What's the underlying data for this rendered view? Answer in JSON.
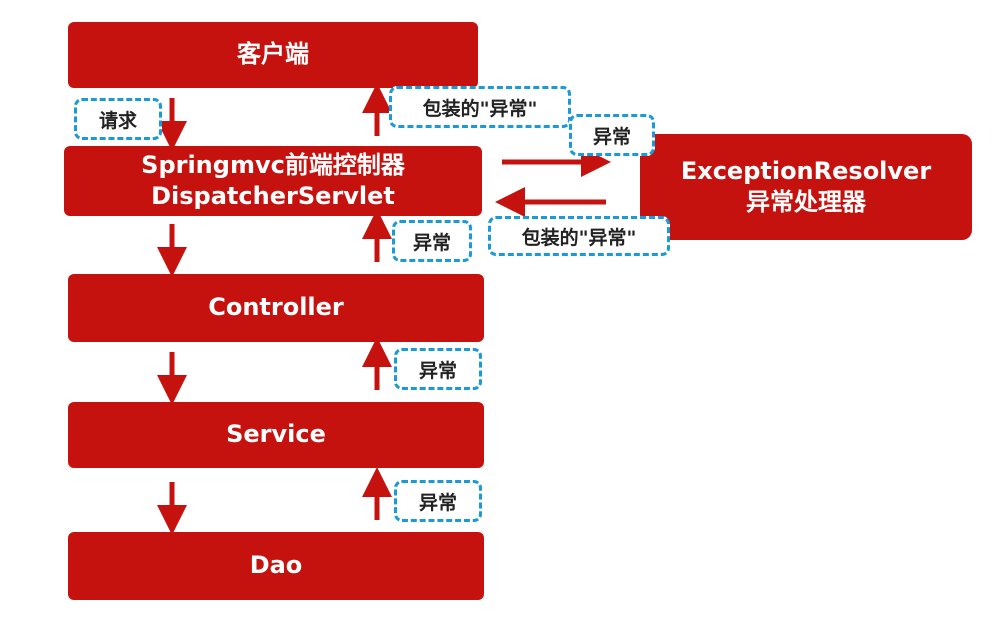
{
  "nodes": {
    "client": "客户端",
    "dispatcher_line1": "Springmvc前端控制器",
    "dispatcher_line2": "DispatcherServlet",
    "controller": "Controller",
    "service": "Service",
    "dao": "Dao",
    "resolver_line1": "ExceptionResolver",
    "resolver_line2": "异常处理器"
  },
  "labels": {
    "request": "请求",
    "wrapped_exception_up": "包装的\"异常\"",
    "exception_to_resolver": "异常",
    "exception_from_controller": "异常",
    "wrapped_exception_back": "包装的\"异常\"",
    "exception_from_service": "异常",
    "exception_from_dao": "异常"
  },
  "colors": {
    "box_fill": "#c6120f",
    "arrow": "#c6120f",
    "tag_border": "#1a9ad6",
    "tag_text": "#222222"
  }
}
